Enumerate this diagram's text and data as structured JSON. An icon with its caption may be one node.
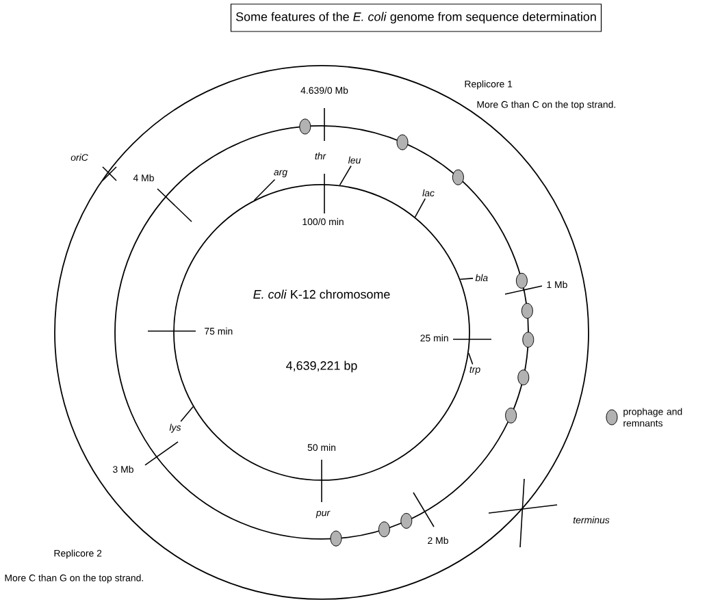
{
  "diagram": {
    "title": "Some features of the *E. coli* genome from sequence determination",
    "nodes": [
      {
        "text": [],
        "shape": "circle"
      },
      {
        "text": [],
        "shape": "circle",
        "in": 0
      },
      {
        "text": [
          "*E. coli* K-12 chromosome",
          "4,639,221 bp"
        ],
        "in": 1
      },
      {
        "text": [
          "arg"
        ],
        "in": 1
      },
      {
        "text": [
          "leu"
        ],
        "in": 1
      },
      {
        "text": [
          "lac"
        ],
        "in": 1
      },
      {
        "text": [
          "bla"
        ],
        "in": 1
      },
      {
        "text": [
          "trp"
        ],
        "in": 1
      },
      {
        "text": [
          "lys"
        ],
        "in": 1
      }
    ],
    "edges": [
      {
        "from": 3,
        "to": 2,
        "arrow": "none"
      },
      {
        "from": 4,
        "to": 2,
        "arrow": "none"
      },
      {
        "from": 5,
        "to": 2,
        "arrow": "none"
      },
      {
        "from": 6,
        "to": 2,
        "arrow": "none"
      },
      {
        "from": 7,
        "to": 2,
        "arrow": "none"
      },
      {
        "from": 8,
        "to": 2,
        "arrow": "none"
      }
    ],
    "labels": [
      "4.639/0 Mb",
      "100/0 min",
      "thr",
      "oriC",
      "4 Mb",
      "Replicore 1",
      "More G than C on the top strand.",
      "75 min",
      "25 min",
      "1 Mb",
      "50 min",
      "3 Mb",
      "pur",
      "2 Mb",
      "terminus",
      "Replicore 2",
      "More C than G on the top strand."
    ],
    "legend": [
      {
        "text": "prophage and remnants"
      }
    ]
  }
}
